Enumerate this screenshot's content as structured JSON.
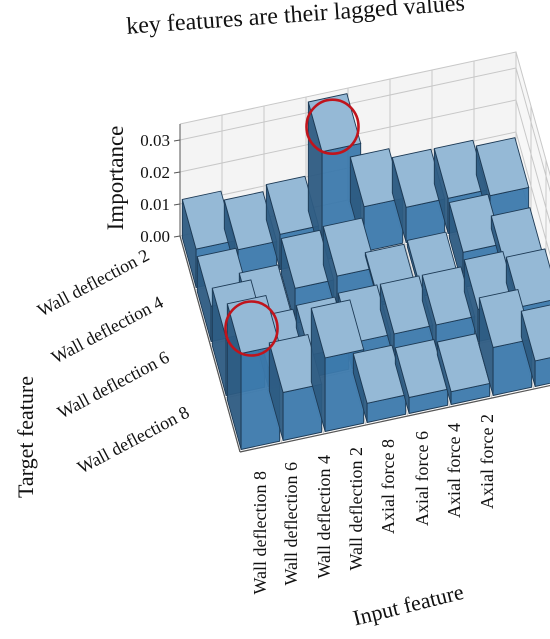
{
  "chart_data": {
    "type": "bar3d",
    "title": "key features are their lagged values",
    "zlabel": "Importance",
    "xlabel": "Input feature",
    "ylabel": "Target feature",
    "zlim": [
      0,
      0.035
    ],
    "z_ticks": [
      "0.00",
      "0.01",
      "0.02",
      "0.03"
    ],
    "z_tick_values": [
      0,
      0.01,
      0.02,
      0.03
    ],
    "input_features": [
      "Wall deflection 8",
      "Wall deflection 6",
      "Wall deflection 4",
      "Wall deflection 2",
      "Axial force 8",
      "Axial force 6",
      "Axial force 4",
      "Axial force 2"
    ],
    "target_features": [
      "Wall deflection 2",
      "Wall deflection 4",
      "Wall deflection 6",
      "Wall deflection 8"
    ],
    "target_tick_labels": [
      "Wall deflection 2",
      "Wall deflection 4",
      "Wall deflection 6",
      "Wall deflection 8"
    ],
    "values": [
      [
        0.012,
        0.009,
        0.011,
        0.034,
        0.014,
        0.011,
        0.011,
        0.009
      ],
      [
        0.011,
        0.003,
        0.011,
        0.012,
        0.001,
        0.002,
        0.011,
        0.004
      ],
      [
        0.018,
        0.006,
        0.007,
        0.008,
        0.008,
        0.008,
        0.01,
        0.008
      ],
      [
        0.03,
        0.015,
        0.023,
        0.006,
        0.005,
        0.004,
        0.015,
        0.008
      ]
    ],
    "highlighted": [
      {
        "target": "Wall deflection 2",
        "input": "Wall deflection 2"
      },
      {
        "target": "Wall deflection 8",
        "input": "Wall deflection 8"
      }
    ],
    "bar_color": "#3f7fb5",
    "highlight_color": "#c0141c",
    "grid": true
  }
}
